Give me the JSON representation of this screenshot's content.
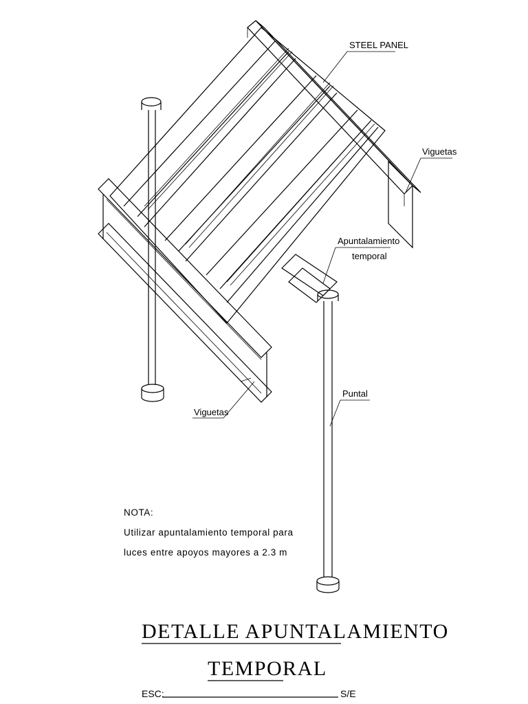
{
  "labels": {
    "steel_panel": "STEEL PANEL",
    "viguetas_right": "Viguetas",
    "viguetas_left": "Viguetas",
    "apuntalamiento_line1": "Apuntalamiento",
    "apuntalamiento_line2": "temporal",
    "puntal": "Puntal"
  },
  "note": {
    "heading": "NOTA:",
    "line1": "Utilizar apuntalamiento temporal para",
    "line2": "luces entre apoyos mayores a 2.3 m"
  },
  "title": {
    "line1": "DETALLE APUNTALAMIENTO",
    "line2": "TEMPORAL"
  },
  "scale": {
    "prefix": "ESC:",
    "value": "S/E"
  }
}
